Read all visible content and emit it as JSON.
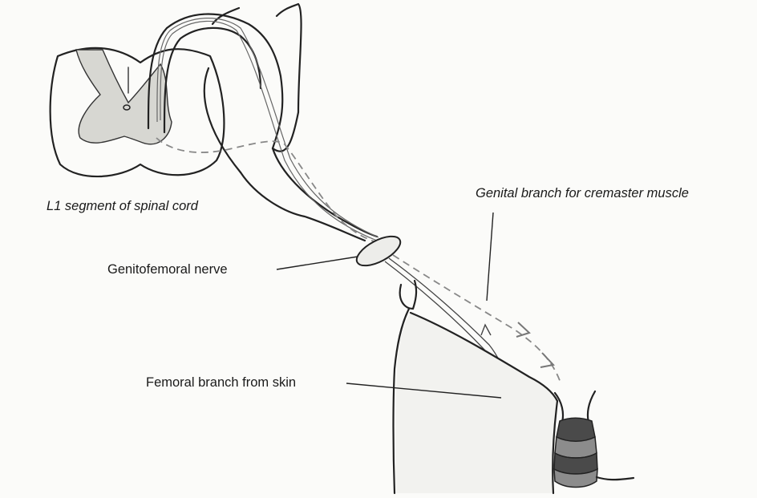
{
  "labels": {
    "spinal_cord": "L1 segment of spinal cord",
    "genitofemoral": "Genitofemoral nerve",
    "genital_branch": "Genital branch for cremaster muscle",
    "femoral_branch": "Femoral branch from skin"
  },
  "colors": {
    "grey_matter": "#d7d7d2",
    "nerve_fill": "#ededea",
    "cremaster_dark": "#4a4a4a",
    "cremaster_light": "#8c8c8c",
    "ink": "#222222"
  }
}
